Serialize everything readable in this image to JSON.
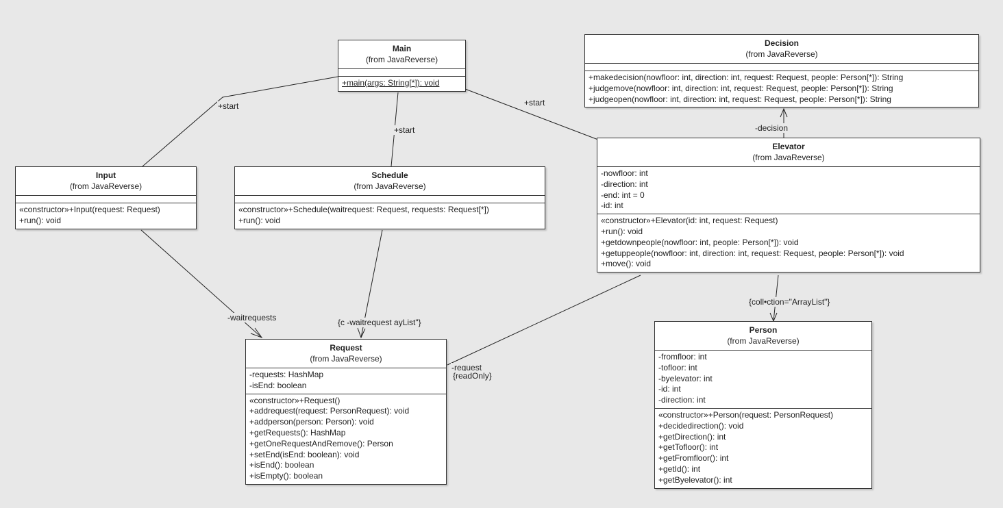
{
  "classes": {
    "main": {
      "name": "Main",
      "source": "(from JavaReverse)",
      "attributes": [],
      "operations": [
        "+main(args: String[*]): void"
      ]
    },
    "decision": {
      "name": "Decision",
      "source": "(from JavaReverse)",
      "attributes": [],
      "operations": [
        "+makedecision(nowfloor: int, direction: int, request: Request, people: Person[*]): String",
        "+judgemove(nowfloor: int, direction: int, request: Request, people: Person[*]): String",
        "+judgeopen(nowfloor: int, direction: int, request: Request, people: Person[*]): String"
      ]
    },
    "input": {
      "name": "Input",
      "source": "(from JavaReverse)",
      "attributes": [],
      "operations": [
        "«constructor»+Input(request: Request)",
        "+run(): void"
      ]
    },
    "schedule": {
      "name": "Schedule",
      "source": "(from JavaReverse)",
      "attributes": [],
      "operations": [
        "«constructor»+Schedule(waitrequest: Request, requests: Request[*])",
        "+run(): void"
      ]
    },
    "elevator": {
      "name": "Elevator",
      "source": "(from JavaReverse)",
      "attributes": [
        "-nowfloor: int",
        "-direction: int",
        "-end: int = 0",
        "-id: int"
      ],
      "operations": [
        "«constructor»+Elevator(id: int, request: Request)",
        "+run(): void",
        "+getdownpeople(nowfloor: int, people: Person[*]): void",
        "+getuppeople(nowfloor: int, direction: int, request: Request, people: Person[*]): void",
        "+move(): void"
      ]
    },
    "request": {
      "name": "Request",
      "source": "(from JavaReverse)",
      "attributes": [
        "-requests: HashMap",
        "-isEnd: boolean"
      ],
      "operations": [
        "«constructor»+Request()",
        "+addrequest(request: PersonRequest): void",
        "+addperson(person: Person): void",
        "+getRequests(): HashMap",
        "+getOneRequestAndRemove(): Person",
        "+setEnd(isEnd: boolean): void",
        "+isEnd(): boolean",
        "+isEmpty(): boolean"
      ]
    },
    "person": {
      "name": "Person",
      "source": "(from JavaReverse)",
      "attributes": [
        "-fromfloor: int",
        "-tofloor: int",
        "-byelevator: int",
        "-id: int",
        "-direction: int"
      ],
      "operations": [
        "«constructor»+Person(request: PersonRequest)",
        "+decidedirection(): void",
        "+getDirection(): int",
        "+getTofloor(): int",
        "+getFromfloor(): int",
        "+getId(): int",
        "+getByelevator(): int"
      ]
    }
  },
  "association_labels": {
    "main_input": "+start",
    "main_schedule": "+start",
    "main_elevator": "+start",
    "elevator_decision": "-decision",
    "input_request": "-waitrequests",
    "schedule_request": "{c -waitrequest ayList\"}",
    "elevator_request": "-request",
    "elevator_request_constraint": "{readOnly}",
    "elevator_person": "{coll•ction=\"ArrayList\"}"
  }
}
